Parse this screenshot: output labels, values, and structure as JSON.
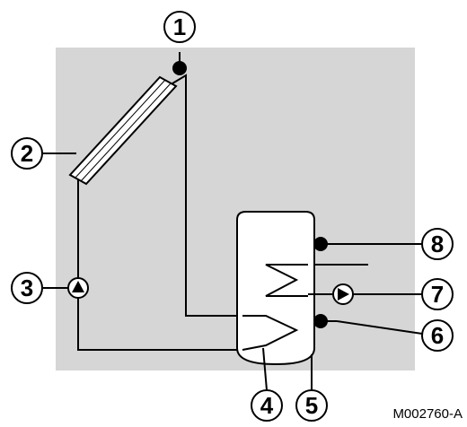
{
  "diagram": {
    "reference_code": "M002760-A",
    "callouts": [
      "1",
      "2",
      "3",
      "4",
      "5",
      "6",
      "7",
      "8"
    ],
    "colors": {
      "panel_background": "#d6d6d6",
      "line": "#000000"
    },
    "icons": {
      "sensor": "temperature-sensor-icon",
      "pump": "pump-icon",
      "collector": "solar-collector-icon",
      "tank": "storage-tank-icon",
      "coil": "heat-exchanger-coil-icon"
    }
  }
}
